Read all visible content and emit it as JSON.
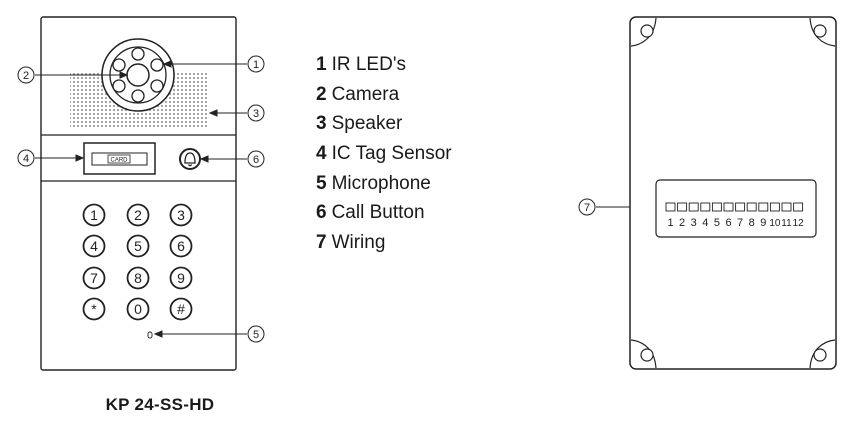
{
  "legend": [
    {
      "num": "1",
      "label": "IR LED's"
    },
    {
      "num": "2",
      "label": "Camera"
    },
    {
      "num": "3",
      "label": "Speaker"
    },
    {
      "num": "4",
      "label": "IC Tag Sensor"
    },
    {
      "num": "5",
      "label": "Microphone"
    },
    {
      "num": "6",
      "label": "Call Button"
    },
    {
      "num": "7",
      "label": "Wiring"
    }
  ],
  "front_panel": {
    "model": "KP 24-SS-HD",
    "card_label": "CARD",
    "keypad": [
      "1",
      "2",
      "3",
      "4",
      "5",
      "6",
      "7",
      "8",
      "9",
      "*",
      "0",
      "#"
    ],
    "callouts": [
      "1",
      "2",
      "3",
      "4",
      "5",
      "6"
    ]
  },
  "back_panel": {
    "callout": "7",
    "terminal_labels": [
      "1",
      "2",
      "3",
      "4",
      "5",
      "6",
      "7",
      "8",
      "9",
      "10",
      "11",
      "12"
    ]
  }
}
